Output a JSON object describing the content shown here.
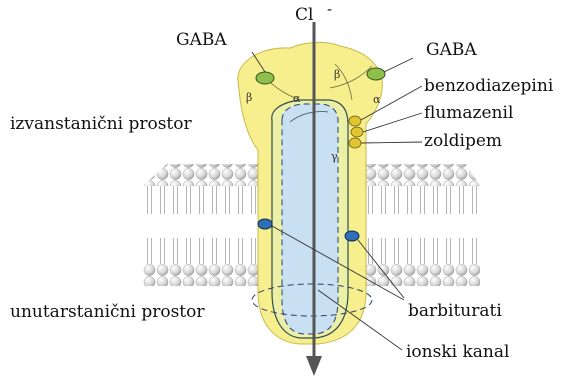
{
  "labels": {
    "chloride": "Cl",
    "chloride_charge": "-",
    "gaba_left": "GABA",
    "gaba_right": "GABA",
    "extracellular": "izvanstanični prostor",
    "intracellular": "unutarstanični prostor",
    "benzodiazepines": "benzodiazepini",
    "flumazenil": "flumazenil",
    "zolpidem": "zoldipem",
    "barbiturates": "barbiturati",
    "ion_channel": "ionski kanal"
  },
  "subunits": {
    "beta_left": "β",
    "alpha_left": "α",
    "beta_right": "β",
    "alpha_right": "α",
    "gamma": "γ"
  },
  "colors": {
    "receptor_fill": "#f7ef8e",
    "receptor_inner": "#ecefa6",
    "channel_fill": "#c9dff2",
    "membrane_head": "#d8d8d8",
    "gaba_ligand": "#8fbf4a",
    "drug_site": "#e2c430",
    "barbiturate_site": "#2f6fb8",
    "arrow": "#555555"
  }
}
